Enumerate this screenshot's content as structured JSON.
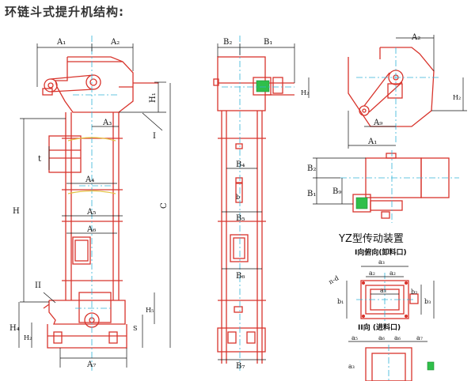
{
  "title": "环链斗式提升机结构:",
  "labels": {
    "A1": "A₁",
    "A2": "A₂",
    "A3": "A₃",
    "A4": "A₄",
    "A5": "A₅",
    "A6": "A₆",
    "A7": "A₇",
    "A9": "A₉",
    "H": "H",
    "H1": "H₁",
    "H2": "H₂",
    "H4": "H₄",
    "H5": "H₅",
    "C": "C",
    "S": "S",
    "t": "t",
    "I": "I",
    "II": "II",
    "B1": "B₁",
    "B2": "B₂",
    "B4": "B₄",
    "B5": "B₅",
    "B6": "B₆",
    "B7": "B₇",
    "B9": "B₉",
    "b": "b",
    "a1": "a₁",
    "a2": "a₂",
    "a3": "a₃",
    "a5": "a₅",
    "a6": "a₆",
    "a7": "a₇",
    "b1": "b₁",
    "b2": "b₂",
    "b3": "b₃",
    "ndd": "n-d"
  },
  "drive_caption": "YZ型传动装置",
  "view_i_caption": "I向俯向(卸料口)",
  "view_ii_caption": "II向 (进料口)"
}
